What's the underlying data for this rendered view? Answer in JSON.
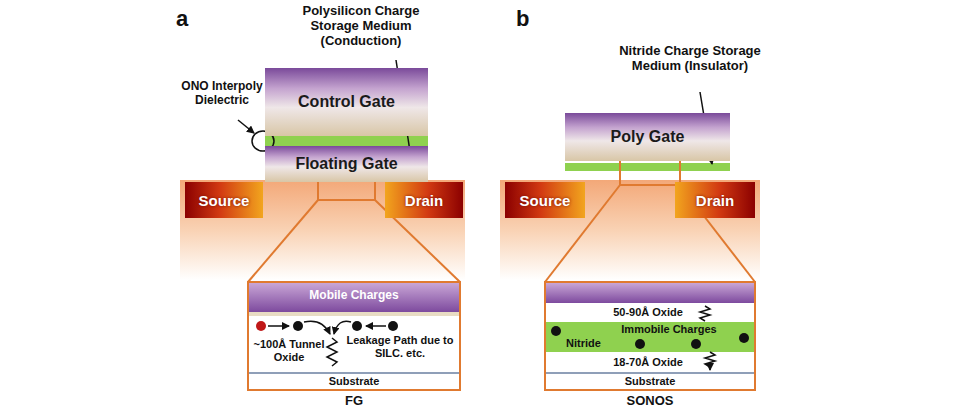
{
  "diagram": {
    "nodes": [
      {
        "text": [
          "Control Gate"
        ]
      },
      {
        "text": [
          "Floating Gate"
        ]
      },
      {
        "text": [
          "Source"
        ]
      },
      {
        "text": [
          "Drain"
        ]
      },
      {
        "text": [
          "Poly Gate"
        ]
      },
      {
        "text": [
          "Source"
        ]
      },
      {
        "text": [
          "Drain"
        ]
      }
    ],
    "labels": [
      "a",
      "Polysilicon Charge Storage Medium (Conduction)",
      "ONO Interpoly Dielectric",
      "Mobile Charges",
      "~100Å Tunnel Oxide",
      "Leakage Path due to SILC. etc.",
      "Substrate",
      "FG",
      "b",
      "Nitride Charge Storage Medium (Insulator)",
      "50-90Å Oxide",
      "Immobile Charges",
      "Nitride",
      "18-70Å Oxide",
      "Substrate",
      "SONOS"
    ]
  }
}
